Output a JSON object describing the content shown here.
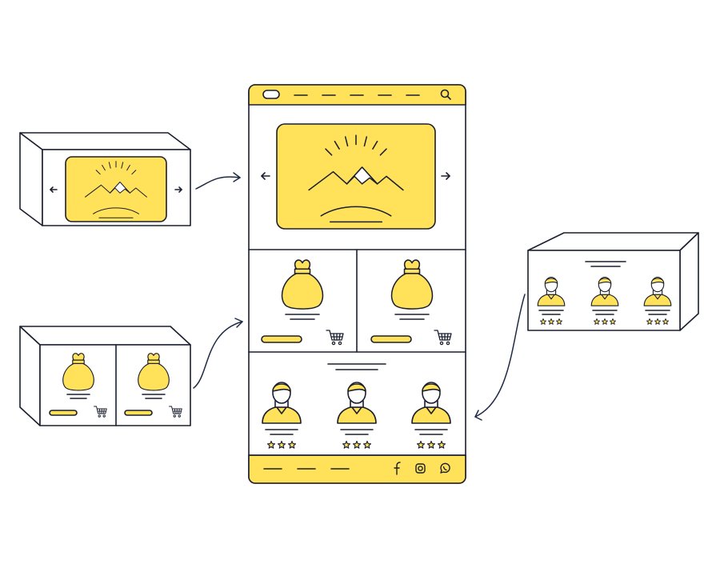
{
  "colors": {
    "accent": "#FFE15A",
    "stroke": "#1b1f2e",
    "background": "#ffffff",
    "arrow": "#1f2a44"
  },
  "phone": {
    "icons": {
      "menu": "pill-menu-icon",
      "search": "search-icon",
      "carousel_prev": "arrow-left-icon",
      "carousel_next": "arrow-right-icon",
      "hero": "mountain-sunrise-icon",
      "product": "money-bag-icon",
      "cart": "shopping-cart-icon",
      "avatar": "person-avatar-icon",
      "star": "star-icon",
      "facebook": "facebook-icon",
      "instagram": "instagram-icon",
      "whatsapp": "whatsapp-icon"
    },
    "product_count": 2,
    "review_count": 3,
    "stars_per_review": 3
  },
  "modules": {
    "hero_carousel": "boxed-hero-carousel-module",
    "product_cards": "boxed-product-cards-module",
    "reviews": "boxed-reviews-module"
  }
}
